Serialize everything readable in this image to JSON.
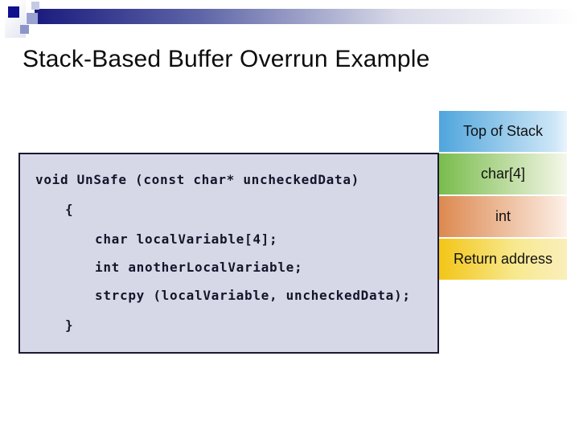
{
  "slide": {
    "title": "Stack-Based Buffer Overrun Example"
  },
  "code": {
    "lines": [
      "void UnSafe (const char* uncheckedData)",
      "{",
      "char localVariable[4];",
      "int anotherLocalVariable;",
      "strcpy (localVariable, uncheckedData);",
      "}"
    ]
  },
  "stack": {
    "rows": [
      {
        "label": "Top of Stack",
        "color_left": "#4fa5dc",
        "color_right": "#cde6f7"
      },
      {
        "label": "char[4]",
        "color_left": "#79bc4c",
        "color_right": "#e9f1d9"
      },
      {
        "label": "int",
        "color_left": "#dd8950",
        "color_right": "#f9e5d7"
      },
      {
        "label": "Return address",
        "color_left": "#f3c517",
        "color_right": "#faeebc"
      }
    ]
  },
  "colors": {
    "accent_bar_start": "#1b1b7e",
    "accent_bar_end": "#ffffff",
    "code_box_background": "#d7d8e7",
    "code_box_border": "#1a1a33",
    "code_text": "#15152a",
    "title_text": "#0d0d0d"
  }
}
